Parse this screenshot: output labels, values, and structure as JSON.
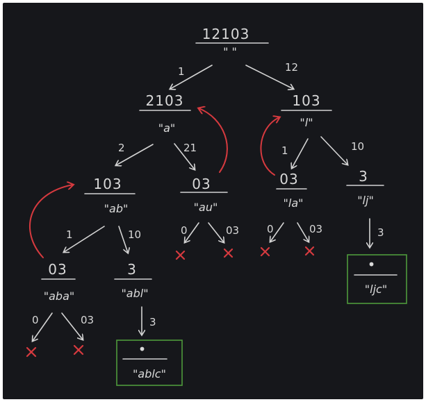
{
  "nodes": {
    "root": {
      "num": "12103",
      "str": "\" \""
    },
    "a": {
      "num": "2103",
      "str": "\"a\""
    },
    "l": {
      "num": "103",
      "str": "\"l\""
    },
    "ab": {
      "num": "103",
      "str": "\"ab\""
    },
    "au": {
      "num": "03",
      "str": "\"au\""
    },
    "la": {
      "num": "03",
      "str": "\"la\""
    },
    "lj": {
      "num": "3",
      "str": "\"lj\""
    },
    "aba": {
      "num": "03",
      "str": "\"aba\""
    },
    "abl": {
      "num": "3",
      "str": "\"abl\""
    },
    "ablc": {
      "num": "•",
      "str": "\"ablc\""
    },
    "ljc": {
      "num": "•",
      "str": "\"ljc\""
    }
  },
  "edges": {
    "root_a": "1",
    "root_l": "12",
    "a_ab": "2",
    "a_au": "21",
    "l_la": "1",
    "l_lj": "10",
    "ab_aba": "1",
    "ab_abl": "10",
    "au_0": "0",
    "au_03": "03",
    "la_0": "0",
    "la_03": "03",
    "aba_0": "0",
    "aba_03": "03",
    "abl_ablc": "3",
    "lj_ljc": "3"
  },
  "colors": {
    "background": "#16171b",
    "chalk": "#d9d9d9",
    "backtrack": "#d63a3f",
    "leaf_box": "#4f9a3c"
  }
}
